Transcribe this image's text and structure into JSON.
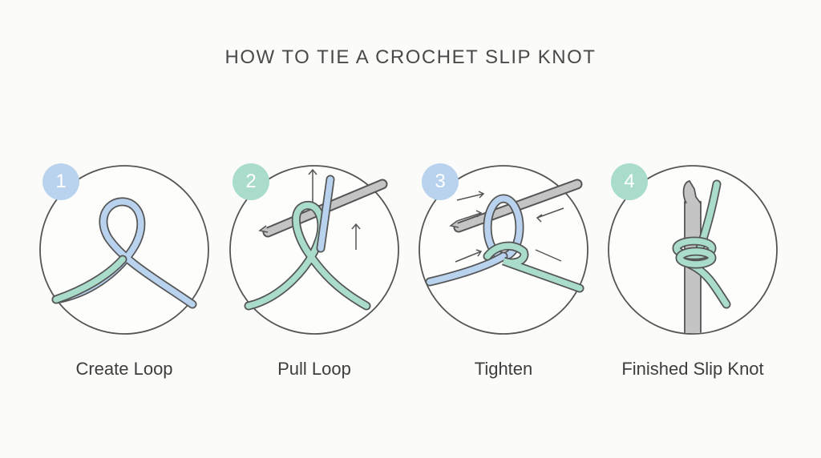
{
  "title": "HOW TO TIE A CROCHET SLIP KNOT",
  "colors": {
    "blue": "#b9d3ee",
    "green": "#a9dccb",
    "outline": "#555555",
    "hook": "#c4c4c4",
    "badge_blue": "#b9d3ee",
    "badge_green": "#a9dccb"
  },
  "steps": [
    {
      "number": "1",
      "label": "Create Loop",
      "badge_color": "blue"
    },
    {
      "number": "2",
      "label": "Pull Loop",
      "badge_color": "green"
    },
    {
      "number": "3",
      "label": "Tighten",
      "badge_color": "blue"
    },
    {
      "number": "4",
      "label": "Finished Slip Knot",
      "badge_color": "green"
    }
  ]
}
